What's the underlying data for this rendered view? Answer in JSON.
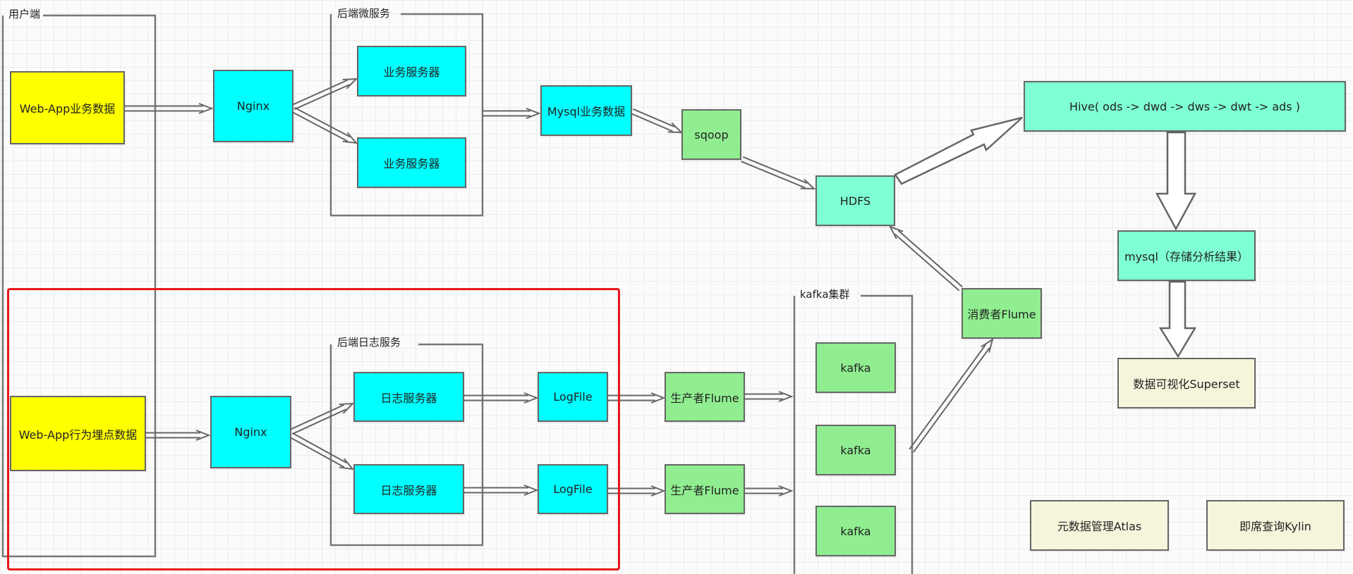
{
  "groups": {
    "client": "用户端",
    "microservice": "后端微服务",
    "log_service": "后端日志服务",
    "kafka_cluster": "kafka集群"
  },
  "nodes": {
    "webapp_business": "Web-App业务数据",
    "nginx_top": "Nginx",
    "biz_server_1": "业务服务器",
    "biz_server_2": "业务服务器",
    "mysql_business": "Mysql业务数据",
    "sqoop": "sqoop",
    "hdfs": "HDFS",
    "hive": "Hive( ods -> dwd -> dws -> dwt -> ads )",
    "mysql_result": "mysql（存储分析结果）",
    "superset": "数据可视化Superset",
    "consumer_flume": "消费者Flume",
    "webapp_tracking": "Web-App行为埋点数据",
    "nginx_bottom": "Nginx",
    "log_server_1": "日志服务器",
    "log_server_2": "日志服务器",
    "logfile_1": "LogFile",
    "logfile_2": "LogFile",
    "producer_flume_1": "生产者Flume",
    "producer_flume_2": "生产者Flume",
    "kafka_1": "kafka",
    "kafka_2": "kafka",
    "kafka_3": "kafka",
    "atlas": "元数据管理Atlas",
    "kylin": "即席查询Kylin"
  },
  "colors": {
    "yellow": "#ffff00",
    "cyan": "#00ffff",
    "green": "#90ee90",
    "mint": "#7fffd4",
    "beige": "#f5f5dc",
    "highlight": "#e8141a"
  }
}
